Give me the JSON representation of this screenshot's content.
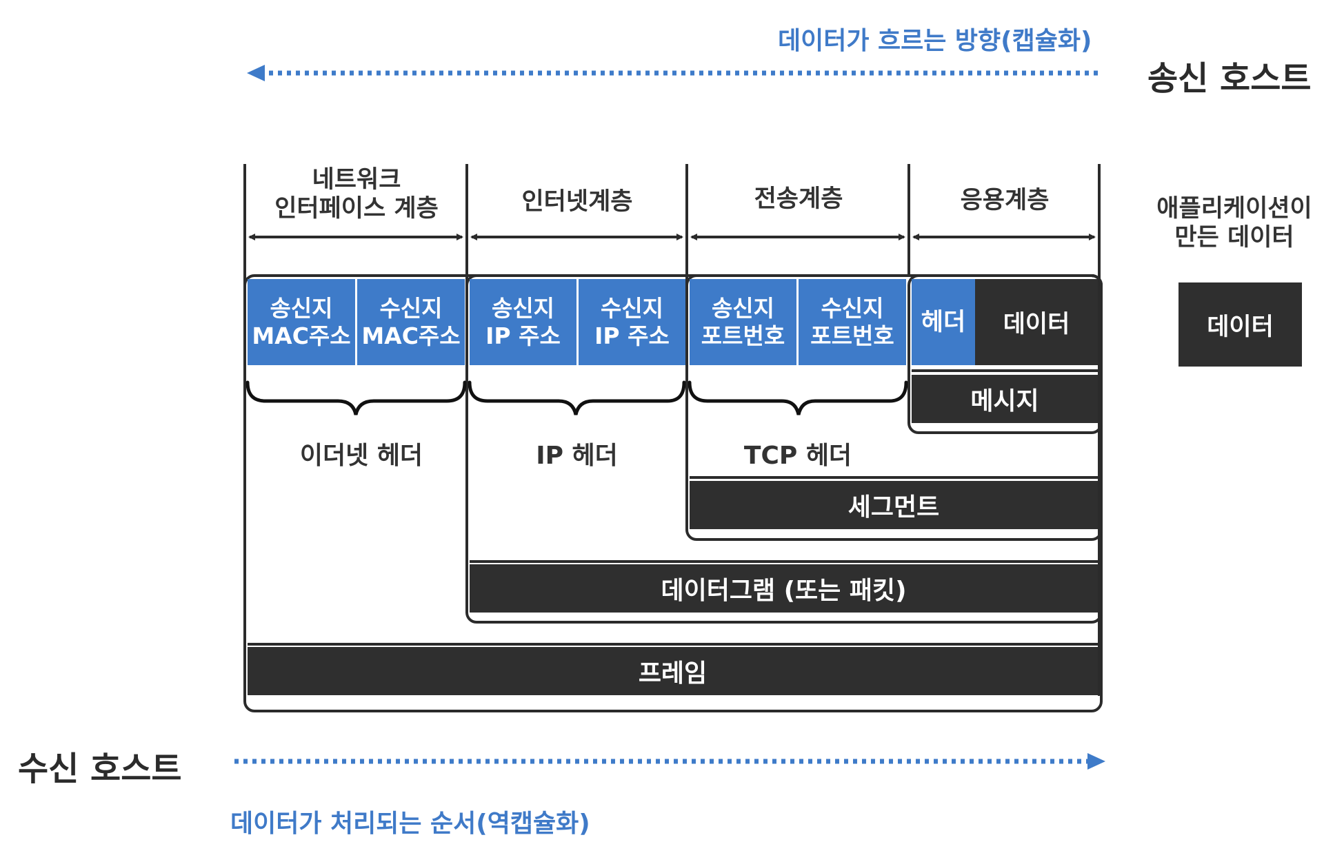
{
  "top_note": "데이터가 흐르는 방향(캡슐화)",
  "bottom_note": "데이터가 처리되는 순서(역캡슐화)",
  "sender_host": "송신 호스트",
  "receiver_host": "수신 호스트",
  "layers": {
    "network_interface": [
      "네트워크",
      "인터페이스 계층"
    ],
    "internet": "인터넷계층",
    "transport": "전송계층",
    "application": "응용계층"
  },
  "app_data": {
    "caption": [
      "애플리케이션이",
      "만든 데이터"
    ],
    "box": "데이터"
  },
  "header_cells": {
    "src_mac": [
      "송신지",
      "MAC주소"
    ],
    "dst_mac": [
      "수신지",
      "MAC주소"
    ],
    "src_ip": [
      "송신지",
      "IP 주소"
    ],
    "dst_ip": [
      "수신지",
      "IP 주소"
    ],
    "src_port": [
      "송신지",
      "포트번호"
    ],
    "dst_port": [
      "수신지",
      "포트번호"
    ],
    "app_header": "헤더",
    "app_data": "데이터"
  },
  "header_labels": {
    "ethernet": "이더넷 헤더",
    "ip": "IP 헤더",
    "tcp": "TCP 헤더"
  },
  "units": {
    "message": "메시지",
    "segment": "세그먼트",
    "datagram": "데이터그램 (또는 패킷)",
    "frame": "프레임"
  },
  "colors": {
    "blue": "#3e7bc9",
    "dark": "#2f2f2f",
    "note_blue": "#3f7ac8"
  }
}
